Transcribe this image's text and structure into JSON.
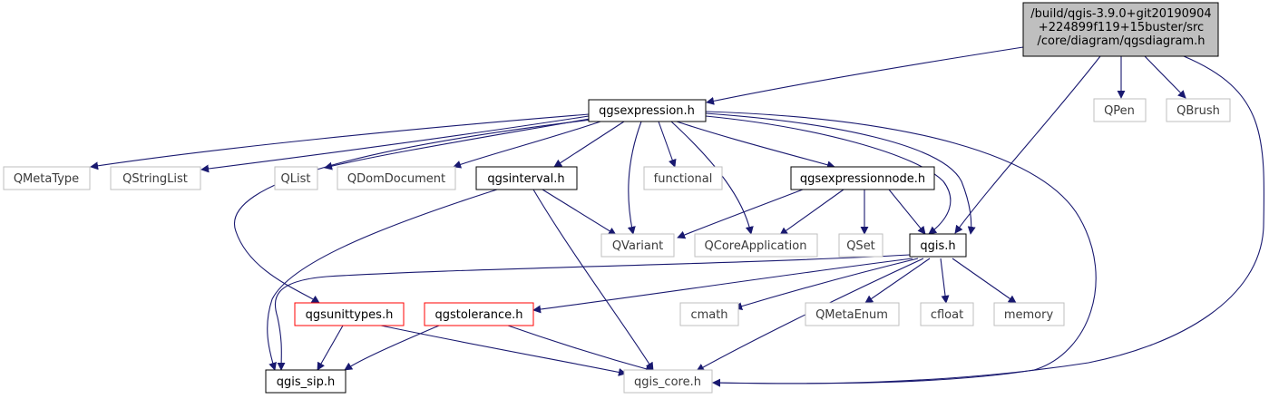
{
  "colors": {
    "edge": "#191970",
    "box_black": "#000000",
    "box_red": "#ff0000",
    "box_gray": "#bfbfbf",
    "root_fill": "#bfbfbf"
  },
  "root": {
    "lines": [
      "/build/qgis-3.9.0+git20190904",
      "+224899f119+15buster/src",
      "/core/diagram/qgsdiagram.h"
    ]
  },
  "nodes": {
    "qgsexpression": "qgsexpression.h",
    "QPen": "QPen",
    "QBrush": "QBrush",
    "QMetaType": "QMetaType",
    "QStringList": "QStringList",
    "QList": "QList",
    "QDomDocument": "QDomDocument",
    "qgsinterval": "qgsinterval.h",
    "functional": "functional",
    "qgsexpressionnode": "qgsexpressionnode.h",
    "QVariant": "QVariant",
    "QCoreApplication": "QCoreApplication",
    "QSet": "QSet",
    "qgis": "qgis.h",
    "qgsunittypes": "qgsunittypes.h",
    "qgstolerance": "qgstolerance.h",
    "cmath": "cmath",
    "QMetaEnum": "QMetaEnum",
    "cfloat": "cfloat",
    "memory": "memory",
    "qgis_sip": "qgis_sip.h",
    "qgis_core": "qgis_core.h"
  }
}
